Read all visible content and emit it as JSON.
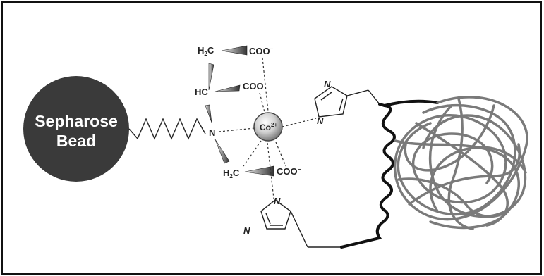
{
  "bead": {
    "line1": "Sepharose",
    "line2": "Bead"
  },
  "labels": {
    "h2c_top": "H",
    "h2c_top_sub": "2",
    "h2c_top_c": "C",
    "coo_top": "COO",
    "coo_top_sup": "−",
    "hc": "HC",
    "coo_mid": "COO",
    "coo_mid_sup": "−",
    "n_amine": "N",
    "co": "Co",
    "co_sup": "2+",
    "h2c_bot": "H",
    "h2c_bot_sub": "2",
    "h2c_bot_c": "C",
    "coo_bot": "COO",
    "coo_bot_sup": "−",
    "imid_top_n1": "N",
    "imid_top_n2": "N",
    "imid_bot_n1": "N",
    "imid_bot_n2": "N"
  },
  "colors": {
    "bead": "#3a3a3a",
    "protein_coil": "#7a7a7a",
    "backbone": "#111111",
    "frame": "#111111"
  }
}
